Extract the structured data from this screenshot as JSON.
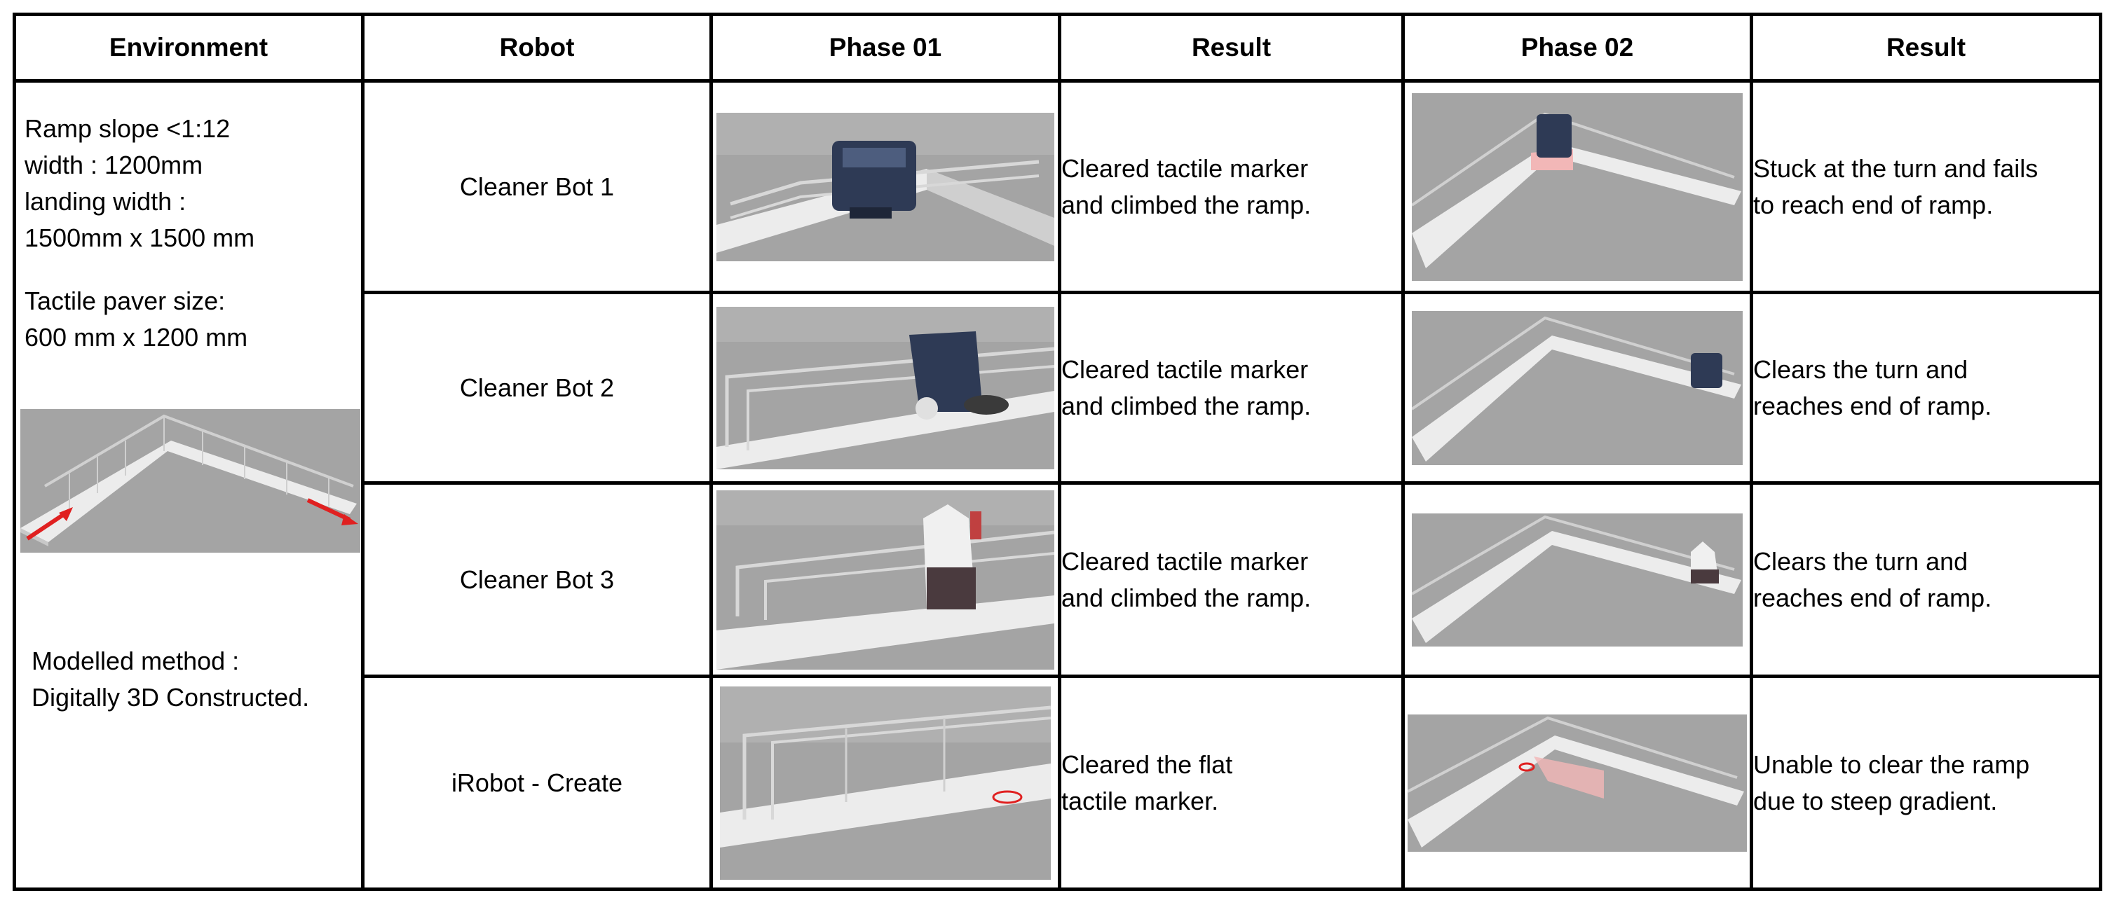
{
  "headers": [
    "Environment",
    "Robot",
    "Phase 01",
    "Result",
    "Phase 02",
    "Result"
  ],
  "environment": {
    "ramp_lines": [
      "Ramp slope <1:12",
      "width : 1200mm",
      "landing width :",
      "1500mm x 1500 mm"
    ],
    "paver_lines": [
      "Tactile paver size:",
      "600 mm x 1200 mm"
    ],
    "method_lines": [
      "Modelled method :",
      "Digitally 3D Constructed."
    ]
  },
  "rows": [
    {
      "robot": "Cleaner Bot 1",
      "phase1_result": [
        "Cleared tactile marker",
        "and climbed the ramp."
      ],
      "phase2_result": [
        "Stuck at the turn and fails",
        "to reach end of ramp."
      ]
    },
    {
      "robot": "Cleaner Bot 2",
      "phase1_result": [
        "Cleared tactile marker",
        "and climbed the ramp."
      ],
      "phase2_result": [
        "Clears the turn and",
        "reaches end of ramp."
      ]
    },
    {
      "robot": "Cleaner Bot 3",
      "phase1_result": [
        "Cleared tactile marker",
        "and climbed the ramp."
      ],
      "phase2_result": [
        "Clears the turn and",
        "reaches end of ramp."
      ]
    },
    {
      "robot": "iRobot - Create",
      "phase1_result": [
        "Cleared the flat",
        "tactile marker."
      ],
      "phase2_result": [
        "Unable to clear the ramp",
        "due to steep gradient."
      ]
    }
  ],
  "colors": {
    "background_grey": "#a4a4a4",
    "ramp_white": "#ececec",
    "arrow_red": "#e02020",
    "highlight_pink": "#f2b7b7",
    "robot_navy": "#2e3a55"
  },
  "icons": [
    "ramp-scene-image",
    "robot-render-image",
    "direction-arrow-icon"
  ]
}
